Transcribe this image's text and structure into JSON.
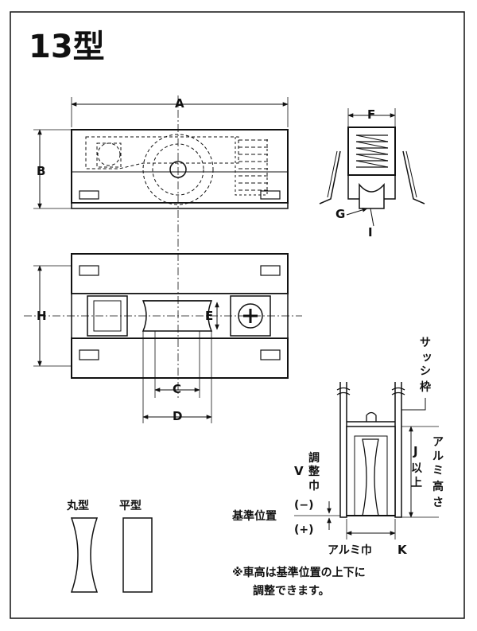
{
  "title": "13型",
  "dimension_labels": {
    "A": "A",
    "B": "B",
    "C": "C",
    "D": "D",
    "E": "E",
    "F": "F",
    "G": "G",
    "H": "H",
    "I": "I",
    "J": "J",
    "K": "K",
    "V": "V"
  },
  "callouts": {
    "sash_frame": [
      "サ",
      "ッ",
      "シ",
      "枠"
    ],
    "alumi_height": [
      "ア",
      "ル",
      "ミ",
      "高",
      "さ"
    ],
    "j_above": [
      "以",
      "上"
    ],
    "adjust_width": [
      "調",
      "整",
      "巾"
    ],
    "minus": "(−)",
    "plus": "(+)",
    "reference_position": "基準位置",
    "alumi_width": "アルミ巾"
  },
  "wheel_types": {
    "round": "丸型",
    "flat": "平型"
  },
  "note": [
    "※車高は基準位置の上下に",
    "調整できます。"
  ]
}
